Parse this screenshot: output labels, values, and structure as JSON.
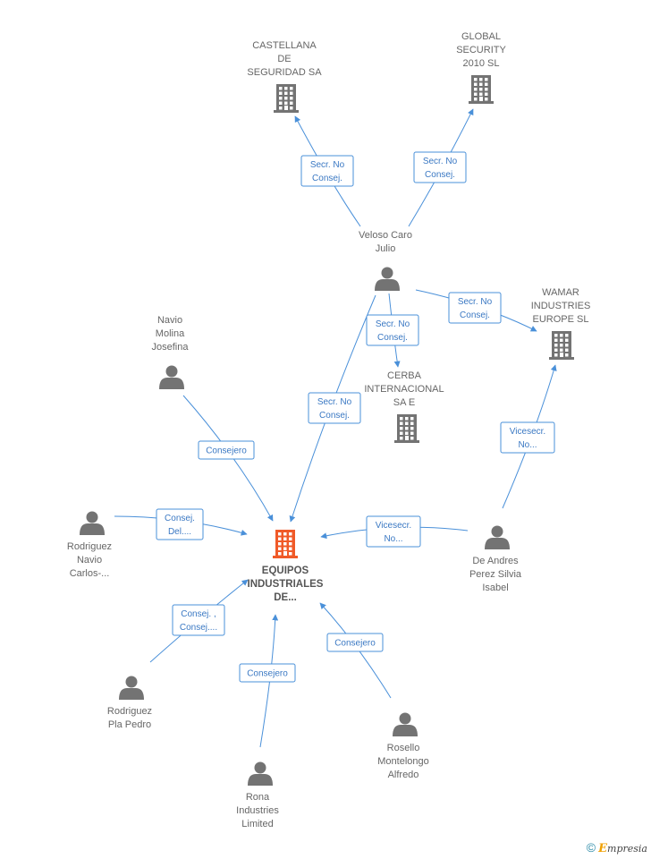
{
  "nodes": [
    {
      "id": "equipos",
      "type": "company",
      "main": true,
      "lines": [
        "EQUIPOS",
        "INDUSTRIALES",
        "DE..."
      ]
    },
    {
      "id": "castellana",
      "type": "company",
      "lines": [
        "CASTELLANA",
        "DE",
        "SEGURIDAD SA"
      ]
    },
    {
      "id": "global",
      "type": "company",
      "lines": [
        "GLOBAL",
        "SECURITY",
        "2010 SL"
      ]
    },
    {
      "id": "veloso",
      "type": "person",
      "lines": [
        "Veloso Caro",
        "Julio"
      ]
    },
    {
      "id": "wamar",
      "type": "company",
      "lines": [
        "WAMAR",
        "INDUSTRIES",
        "EUROPE SL"
      ]
    },
    {
      "id": "cerba",
      "type": "company",
      "lines": [
        "CERBA",
        "INTERNACIONAL",
        "SA E"
      ]
    },
    {
      "id": "navio",
      "type": "person",
      "lines": [
        "Navio",
        "Molina",
        "Josefina"
      ]
    },
    {
      "id": "rodriguez_navio",
      "type": "person",
      "lines": [
        "Rodriguez",
        "Navio",
        "Carlos-..."
      ]
    },
    {
      "id": "deandres",
      "type": "person",
      "lines": [
        "De Andres",
        "Perez Silvia",
        "Isabel"
      ]
    },
    {
      "id": "rodriguez_pla",
      "type": "person",
      "lines": [
        "Rodriguez",
        "Pla Pedro"
      ]
    },
    {
      "id": "rona",
      "type": "person",
      "lines": [
        "Rona",
        "Industries",
        "Limited"
      ]
    },
    {
      "id": "rosello",
      "type": "person",
      "lines": [
        "Rosello",
        "Montelongo",
        "Alfredo"
      ]
    }
  ],
  "edges": [
    {
      "from": "veloso",
      "to": "castellana",
      "label": [
        "Secr.  No",
        "Consej."
      ]
    },
    {
      "from": "veloso",
      "to": "global",
      "label": [
        "Secr.  No",
        "Consej."
      ]
    },
    {
      "from": "veloso",
      "to": "wamar",
      "label": [
        "Secr.  No",
        "Consej."
      ]
    },
    {
      "from": "veloso",
      "to": "cerba",
      "label": [
        "Secr.  No",
        "Consej."
      ]
    },
    {
      "from": "veloso",
      "to": "equipos",
      "label": [
        "Secr.  No",
        "Consej."
      ]
    },
    {
      "from": "navio",
      "to": "equipos",
      "label": [
        "Consejero"
      ]
    },
    {
      "from": "rodriguez_navio",
      "to": "equipos",
      "label": [
        "Consej.",
        "Del...."
      ]
    },
    {
      "from": "deandres",
      "to": "equipos",
      "label": [
        "Vicesecr.",
        "No..."
      ]
    },
    {
      "from": "deandres",
      "to": "wamar",
      "label": [
        "Vicesecr.",
        "No..."
      ]
    },
    {
      "from": "rodriguez_pla",
      "to": "equipos",
      "label": [
        "Consej. ,",
        "Consej...."
      ]
    },
    {
      "from": "rona",
      "to": "equipos",
      "label": [
        "Consejero"
      ]
    },
    {
      "from": "rosello",
      "to": "equipos",
      "label": [
        "Consejero"
      ]
    }
  ],
  "colors": {
    "edge": "#4a90d9",
    "company": "#737373",
    "main_company": "#f05a28",
    "person": "#737373",
    "label_text": "#3a78c3"
  },
  "footer": {
    "copyright": "©",
    "brand_initial": "E",
    "brand_rest": "mpresia"
  }
}
